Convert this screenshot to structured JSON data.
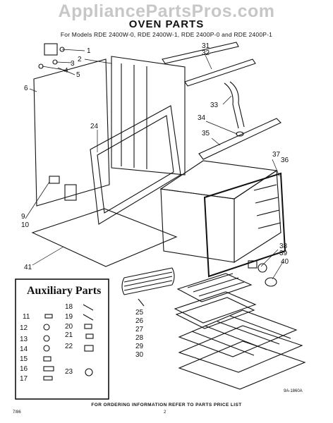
{
  "watermark": "AppliancePartsPros.com",
  "title": "OVEN PARTS",
  "models": "For Models RDE 2400W-0, RDE 2400W-1, RDE 2400P-0 and RDE 2400P-1",
  "auxiliary_title": "Auxiliary Parts",
  "footer": "FOR ORDERING INFORMATION REFER TO PARTS PRICE LIST",
  "footer_left": "7/86",
  "page_number": "2",
  "art_code": "9A-1860A",
  "callouts": {
    "c1": "1",
    "c2": "2",
    "c3": "3",
    "c4": "4",
    "c5": "5",
    "c6": "6",
    "c9": "9",
    "c10": "10",
    "c11": "11",
    "c12": "12",
    "c13": "13",
    "c14": "14",
    "c15": "15",
    "c16": "16",
    "c17": "17",
    "c18": "18",
    "c19": "19",
    "c20": "20",
    "c21": "21",
    "c22": "22",
    "c23": "23",
    "c24": "24",
    "c25": "25",
    "c26": "26",
    "c27": "27",
    "c28": "28",
    "c29": "29",
    "c30": "30",
    "c31": "31",
    "c32": "32",
    "c33": "33",
    "c34": "34",
    "c35": "35",
    "c36": "36",
    "c37": "37",
    "c38": "38",
    "c39": "39",
    "c40": "40",
    "c41": "41"
  }
}
